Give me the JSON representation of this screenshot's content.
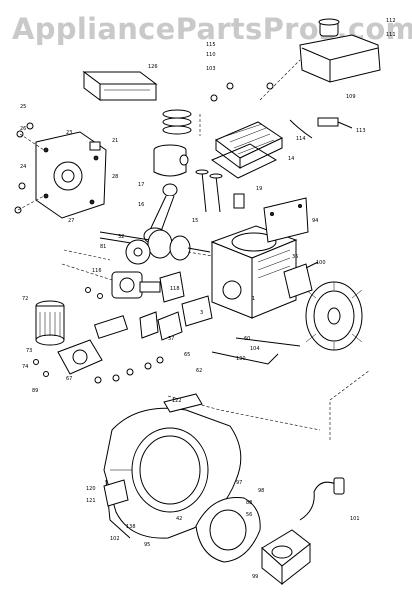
{
  "watermark": "AppliancePartsPros.com",
  "part_labels": [
    {
      "n": "126"
    },
    {
      "n": "112"
    },
    {
      "n": "111"
    },
    {
      "n": "115"
    },
    {
      "n": "110"
    },
    {
      "n": "103"
    },
    {
      "n": "109"
    },
    {
      "n": "113"
    },
    {
      "n": "114"
    },
    {
      "n": "25"
    },
    {
      "n": "26"
    },
    {
      "n": "24"
    },
    {
      "n": "23"
    },
    {
      "n": "21"
    },
    {
      "n": "28"
    },
    {
      "n": "27"
    },
    {
      "n": "32"
    },
    {
      "n": "14"
    },
    {
      "n": "17"
    },
    {
      "n": "16"
    },
    {
      "n": "15"
    },
    {
      "n": "19"
    },
    {
      "n": "94"
    },
    {
      "n": "35"
    },
    {
      "n": "81"
    },
    {
      "n": "116"
    },
    {
      "n": "72"
    },
    {
      "n": "74"
    },
    {
      "n": "89"
    },
    {
      "n": "67"
    },
    {
      "n": "73"
    },
    {
      "n": "1"
    },
    {
      "n": "118"
    },
    {
      "n": "100"
    },
    {
      "n": "60"
    },
    {
      "n": "104"
    },
    {
      "n": "120"
    },
    {
      "n": "121"
    },
    {
      "n": "122"
    },
    {
      "n": "97"
    },
    {
      "n": "98"
    },
    {
      "n": "101"
    },
    {
      "n": "102"
    },
    {
      "n": "42"
    },
    {
      "n": "99"
    },
    {
      "n": "95"
    },
    {
      "n": "138"
    },
    {
      "n": "88"
    },
    {
      "n": "56"
    },
    {
      "n": "65"
    },
    {
      "n": "130"
    },
    {
      "n": "3"
    },
    {
      "n": "37"
    },
    {
      "n": "62"
    }
  ]
}
